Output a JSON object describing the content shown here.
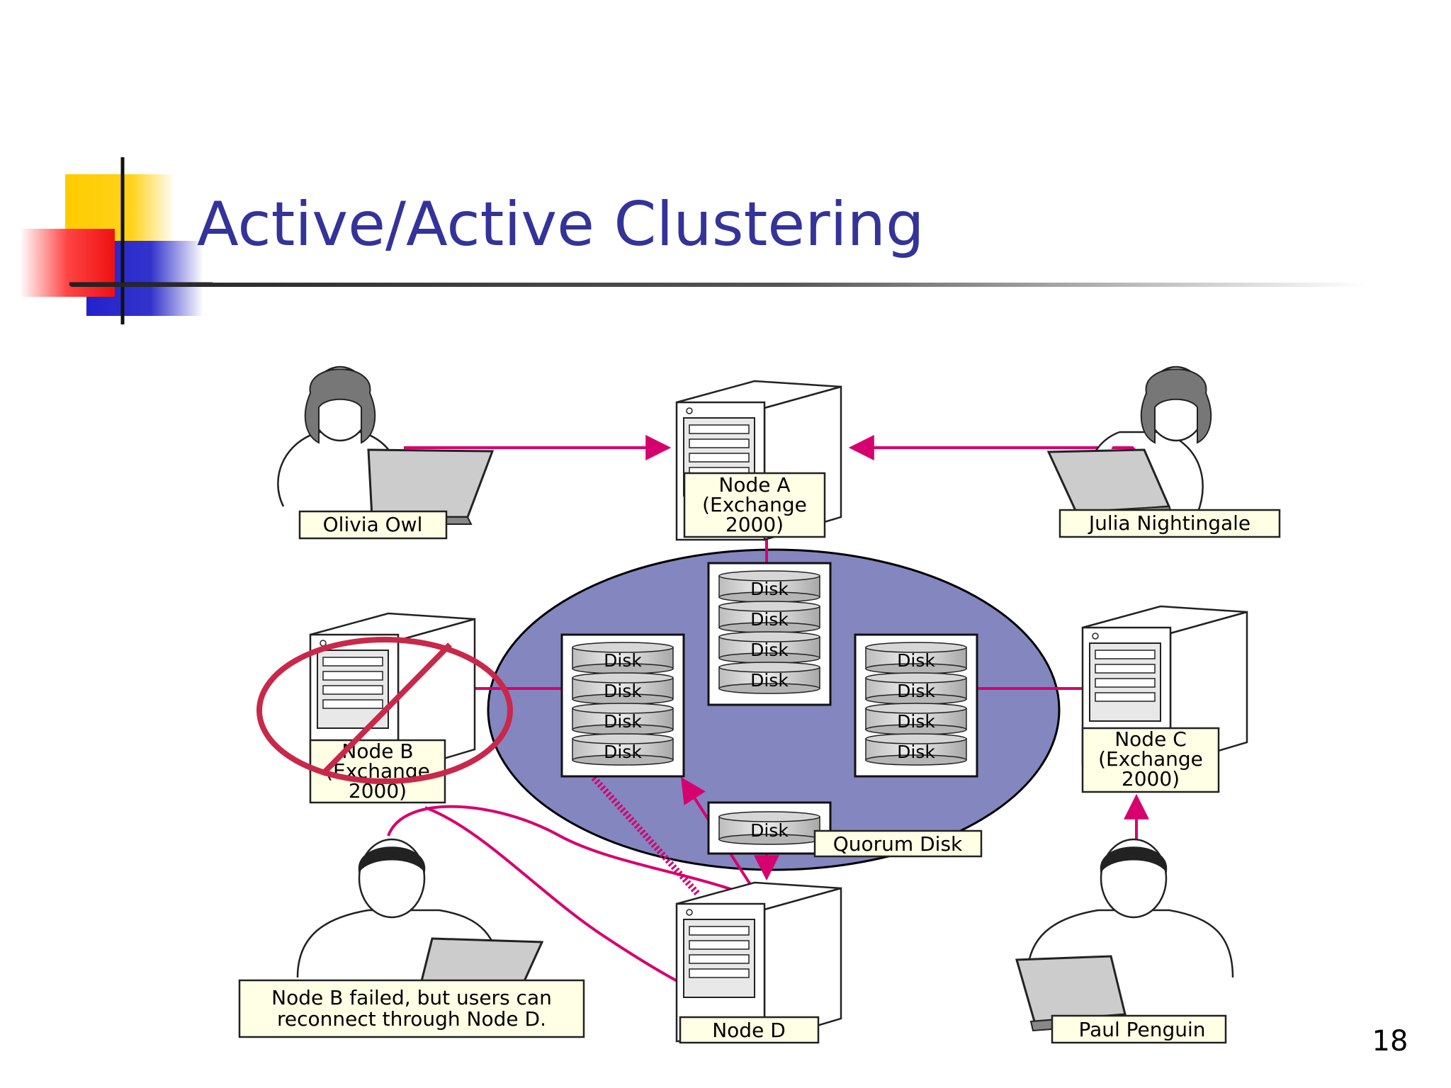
{
  "slide": {
    "title": "Active/Active Clustering",
    "page_number": "18"
  },
  "diagram": {
    "users": [
      {
        "name": "Olivia Owl"
      },
      {
        "name": "Julia Nightingale"
      },
      {
        "name": "Paul Penguin"
      }
    ],
    "nodes": {
      "a": {
        "line1": "Node A",
        "line2": "(Exchange",
        "line3": "2000)"
      },
      "b": {
        "line1": "Node B",
        "line2": "(Exchange",
        "line3": "2000)",
        "status": "failed"
      },
      "c": {
        "line1": "Node C",
        "line2": "(Exchange",
        "line3": "2000)"
      },
      "d": {
        "line1": "Node D"
      }
    },
    "disk_label": "Disk",
    "quorum_label": "Quorum Disk",
    "callout": {
      "line1": "Node B failed, but users can",
      "line2": "reconnect through Node D."
    },
    "colors": {
      "connector": "#d6006f",
      "storage_pool": "#8486bf",
      "failed_mark": "#c8284a",
      "label_fill": "#ffffe5",
      "title": "#333399"
    }
  }
}
